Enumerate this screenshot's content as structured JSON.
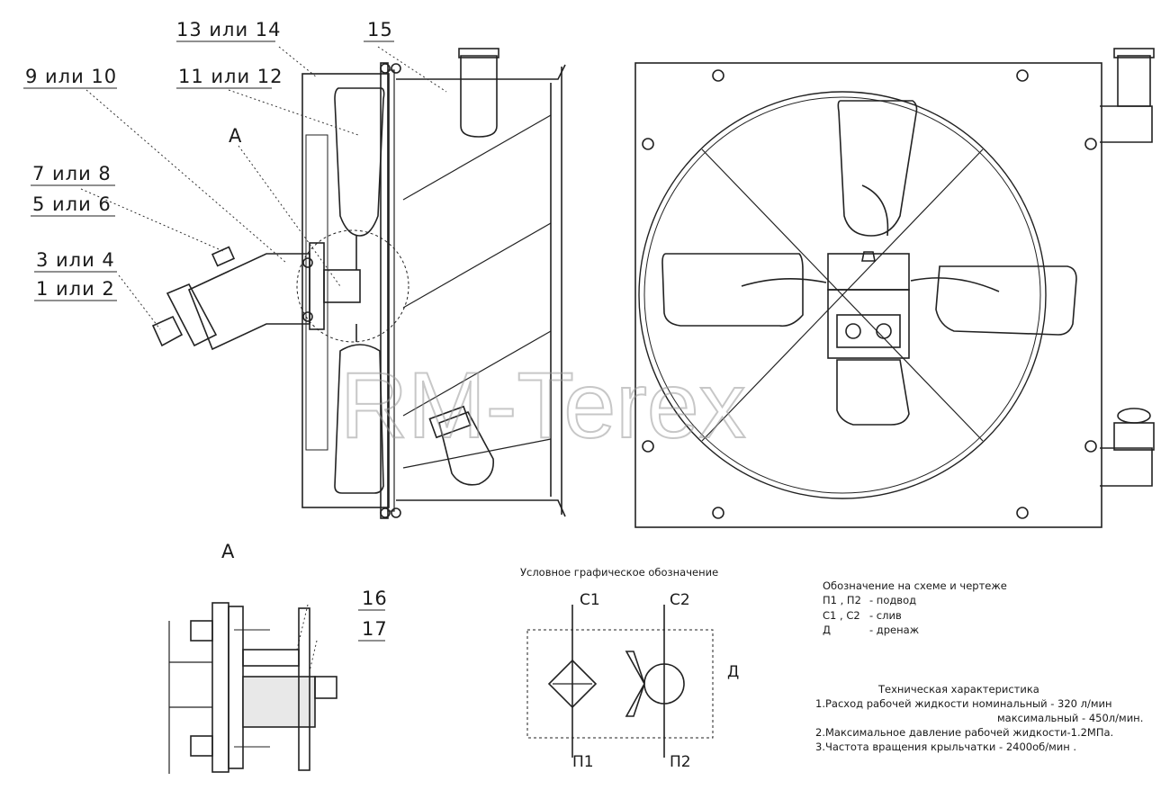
{
  "callouts": {
    "c13_14": "13 или 14",
    "c15": "15",
    "c9_10": "9 или 10",
    "c11_12": "11 или 12",
    "cA": "А",
    "c7_8": "7 или 8",
    "c5_6": "5 или 6",
    "c3_4": "3 или 4",
    "c1_2": "1 или 2",
    "c16": "16",
    "c17": "17"
  },
  "detail_view": {
    "label": "А"
  },
  "watermark": "RM-Terex",
  "symbol": {
    "title": "Условное графическое обозначение",
    "ports": {
      "c1": "С1",
      "c2": "С2",
      "p1": "П1",
      "p2": "П2",
      "d": "Д"
    }
  },
  "legend": {
    "title": "Обозначение на схеме и чертеже",
    "rows": [
      {
        "code": "П1 , П2",
        "meaning": "- подвод"
      },
      {
        "code": "С1 , С2",
        "meaning": "- слив"
      },
      {
        "code": "Д",
        "meaning": "- дренаж"
      }
    ]
  },
  "specs": {
    "title": "Техническая характеристика",
    "lines": [
      "1.Расход рабочей жидкости номинальный - 320 л/мин",
      "максимальный  - 450л/мин.",
      "2.Максимальное давление рабочей жидкости-1.2МПа.",
      "3.Частота вращения крыльчатки - 2400об/мин ."
    ]
  }
}
